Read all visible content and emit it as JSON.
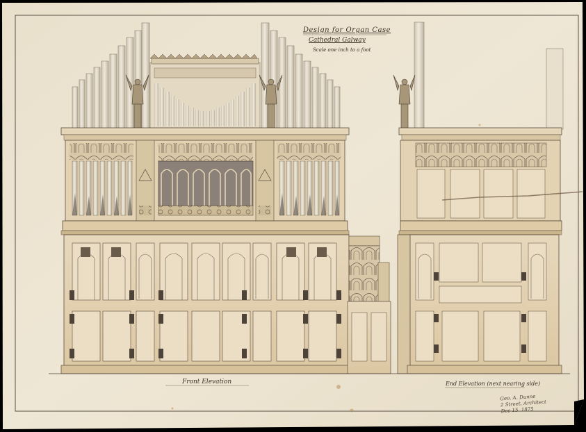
{
  "title": {
    "line1": "Design for Organ Case",
    "line2": "Cathedral Galway",
    "line3": "Scale one inch to a foot"
  },
  "labels": {
    "front": "Front Elevation",
    "end": "End Elevation (next nearing side)"
  },
  "signature": {
    "line1": "Geo. A. Dunne",
    "line2": "2 Street, Architect",
    "line3": "Dec 15. 1875"
  },
  "colors": {
    "paper": "#efe6d3",
    "ink": "#4a3e32",
    "wash": "#dcc9a6",
    "border": "#2a2520"
  }
}
